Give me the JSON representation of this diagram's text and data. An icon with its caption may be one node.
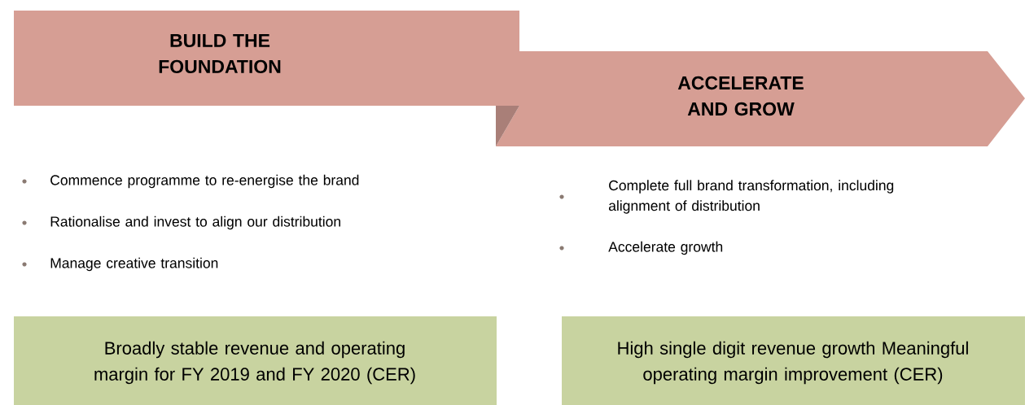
{
  "diagram": {
    "nodes": [
      {
        "text": [
          "BUILD THE FOUNDATION"
        ]
      },
      {
        "text": [
          "ACCELERATE AND GROW"
        ]
      },
      {
        "text": [
          "Broadly stable revenue and operating margin for FY 2019 and FY 2020 (CER)"
        ]
      },
      {
        "text": [
          "High single digit revenue growth Meaningful operating margin improvement (CER)"
        ]
      }
    ],
    "labels": [
      "Commence programme to re-energise the brand",
      "Rationalise and invest to align our distribution",
      "Manage creative transition",
      "Complete full brand transformation, including alignment of distribution",
      "Accelerate growth"
    ]
  }
}
